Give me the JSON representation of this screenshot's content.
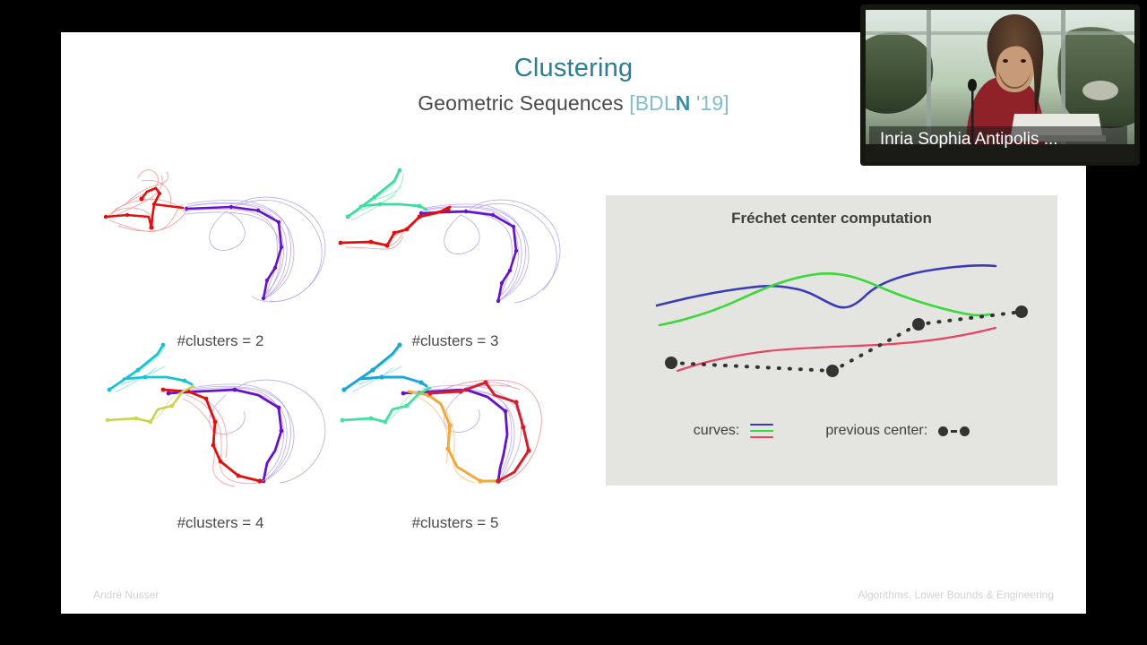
{
  "slide": {
    "title": "Clustering",
    "subtitle_main": "Geometric Sequences ",
    "citation_open": "[BDL",
    "citation_strong": "N",
    "citation_close": " '19]",
    "title_color": "#2a7f95",
    "citation_color": "#83bccb",
    "footer_left": "André Nusser",
    "footer_right": "Algorithms, Lower Bounds & Engineering"
  },
  "clusters": {
    "cells": [
      {
        "caption": "#clusters = 2",
        "count": 2,
        "colors": [
          "#e02020",
          "#7a22cf"
        ]
      },
      {
        "caption": "#clusters = 3",
        "count": 3,
        "colors": [
          "#45e0a0",
          "#e02020",
          "#7a22cf"
        ]
      },
      {
        "caption": "#clusters = 4",
        "count": 4,
        "colors": [
          "#16c4d6",
          "#c8d44a",
          "#e02020",
          "#7a22cf"
        ]
      },
      {
        "caption": "#clusters = 5",
        "count": 5,
        "colors": [
          "#1aa7d8",
          "#45e0a0",
          "#f2a93b",
          "#d61f2e",
          "#7a22cf"
        ]
      }
    ]
  },
  "frechet": {
    "title": "Fréchet center computation",
    "panel_bg": "#e4e4e1",
    "legend": {
      "curves_label": "curves:",
      "previous_center_label": "previous center:",
      "curve_colors": [
        "#3a3aba",
        "#3ad83a",
        "#e8445f"
      ],
      "center_color": "#333333"
    }
  },
  "chart_data": {
    "type": "line",
    "title": "Fréchet center computation",
    "xlabel": "",
    "ylabel": "",
    "xlim": [
      0,
      504
    ],
    "ylim": [
      0,
      190
    ],
    "grid": false,
    "legend_position": "bottom",
    "series": [
      {
        "name": "curve-blue",
        "color": "#3a3aba",
        "style": "solid",
        "points": [
          [
            57,
            79
          ],
          [
            110,
            67
          ],
          [
            160,
            59
          ],
          [
            192,
            57
          ],
          [
            230,
            63
          ],
          [
            248,
            73
          ],
          [
            258,
            81
          ],
          [
            272,
            76
          ],
          [
            290,
            64
          ],
          [
            320,
            51
          ],
          [
            360,
            42
          ],
          [
            400,
            37
          ],
          [
            435,
            35
          ]
        ]
      },
      {
        "name": "curve-green",
        "color": "#3ad83a",
        "style": "solid",
        "points": [
          [
            60,
            101
          ],
          [
            100,
            92
          ],
          [
            140,
            80
          ],
          [
            175,
            65
          ],
          [
            205,
            52
          ],
          [
            230,
            45
          ],
          [
            258,
            44
          ],
          [
            290,
            48
          ],
          [
            320,
            55
          ],
          [
            355,
            65
          ],
          [
            395,
            77
          ],
          [
            425,
            86
          ]
        ]
      },
      {
        "name": "curve-red",
        "color": "#e8445f",
        "style": "solid",
        "points": [
          [
            80,
            152
          ],
          [
            120,
            140
          ],
          [
            165,
            133
          ],
          [
            215,
            128
          ],
          [
            265,
            126
          ],
          [
            315,
            124
          ],
          [
            365,
            120
          ],
          [
            405,
            113
          ],
          [
            435,
            105
          ]
        ]
      },
      {
        "name": "previous-center",
        "color": "#333333",
        "style": "dotted-with-markers",
        "markers": [
          [
            73,
            143
          ],
          [
            253,
            152
          ],
          [
            349,
            100
          ],
          [
            464,
            86
          ]
        ],
        "points": [
          [
            73,
            143
          ],
          [
            253,
            152
          ],
          [
            349,
            100
          ],
          [
            464,
            86
          ]
        ]
      }
    ]
  },
  "webcam": {
    "caption": "Inria Sophia Antipolis ..."
  }
}
